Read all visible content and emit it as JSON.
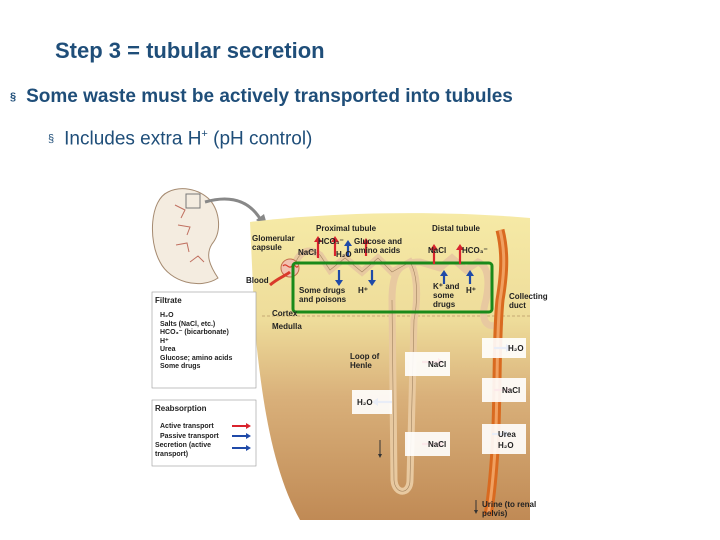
{
  "slide": {
    "title": "Step 3 = tubular secretion",
    "bullet1": "Some waste must be actively transported into tubules",
    "bullet2_prefix": "Includes extra H",
    "bullet2_sup": "+",
    "bullet2_suffix": " (pH control)",
    "bullet_glyph": "§"
  },
  "figure": {
    "proximal_tubule": "Proximal tubule",
    "distal_tubule": "Distal tubule",
    "glomerular_capsule": "Glomerular capsule",
    "blood": "Blood",
    "filtrate": "Filtrate",
    "filtrate_items": [
      "H₂O",
      "Salts (NaCl, etc.)",
      "HCO₃⁻ (bicarbonate)",
      "H⁺",
      "Urea",
      "Glucose; amino acids",
      "Some drugs"
    ],
    "cortex": "Cortex",
    "medulla": "Medulla",
    "loop_of_henle": "Loop of Henle",
    "collecting_duct": "Collecting duct",
    "urine": "Urine (to renal pelvis)",
    "pt_hco3": "HCO₃⁻",
    "pt_nacl": "NaCl",
    "pt_h2o": "H₂O",
    "pt_glucose": "Glucose and amino acids",
    "pt_drugs": "Some drugs and poisons",
    "pt_h": "H⁺",
    "dt_nacl": "NaCl",
    "dt_hco3": "HCO₃⁻",
    "dt_k": "K⁺ and some drugs",
    "dt_h": "H⁺",
    "loop_nacl_1": "NaCl",
    "loop_h2o": "H₂O",
    "loop_nacl_2": "NaCl",
    "cd_h2o_1": "H₂O",
    "cd_nacl": "NaCl",
    "cd_urea": "Urea",
    "cd_h2o_2": "H₂O",
    "legend_title": "Reabsorption",
    "legend_active": "Active transport",
    "legend_passive": "Passive transport",
    "legend_secretion": "Secretion (active transport)",
    "colors": {
      "highlight": "#1a8a1a",
      "active": "#d9232d",
      "passive": "#1f4aa8",
      "secretion": "#1f4aa8",
      "tubule": "#e8c9a0",
      "duct": "#d96a20",
      "cortex_bg": "#f5e8a6",
      "medulla_bg": "#c99863"
    }
  }
}
